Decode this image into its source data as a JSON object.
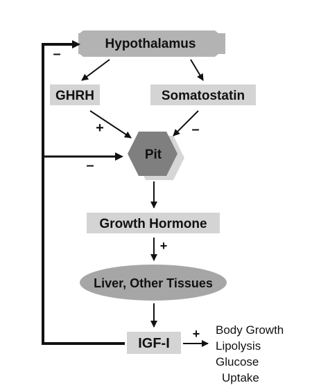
{
  "diagram": {
    "nodes": {
      "hypothalamus": "Hypothalamus",
      "ghrh": "GHRH",
      "somatostatin": "Somatostatin",
      "pit": "Pit",
      "growth_hormone": "Growth Hormone",
      "liver": "Liver, Other Tissues",
      "igf": "IGF-I"
    },
    "signs": {
      "feedback_hypothalamus": "–",
      "ghrh_to_pit": "+",
      "somatostatin_to_pit": "–",
      "feedback_pit": "–",
      "gh_to_liver": "+",
      "igf_to_effects": "+"
    },
    "effects": [
      "Body Growth",
      "Lipolysis",
      "Glucose",
      "Uptake"
    ],
    "colors": {
      "box_fill": "#d4d4d4",
      "hypothalamus_fill": "#b3b3b3",
      "pit_front": "#7f7f7f",
      "pit_back": "#d6d6d6",
      "liver_fill": "#a6a6a6",
      "line": "#111111"
    }
  }
}
